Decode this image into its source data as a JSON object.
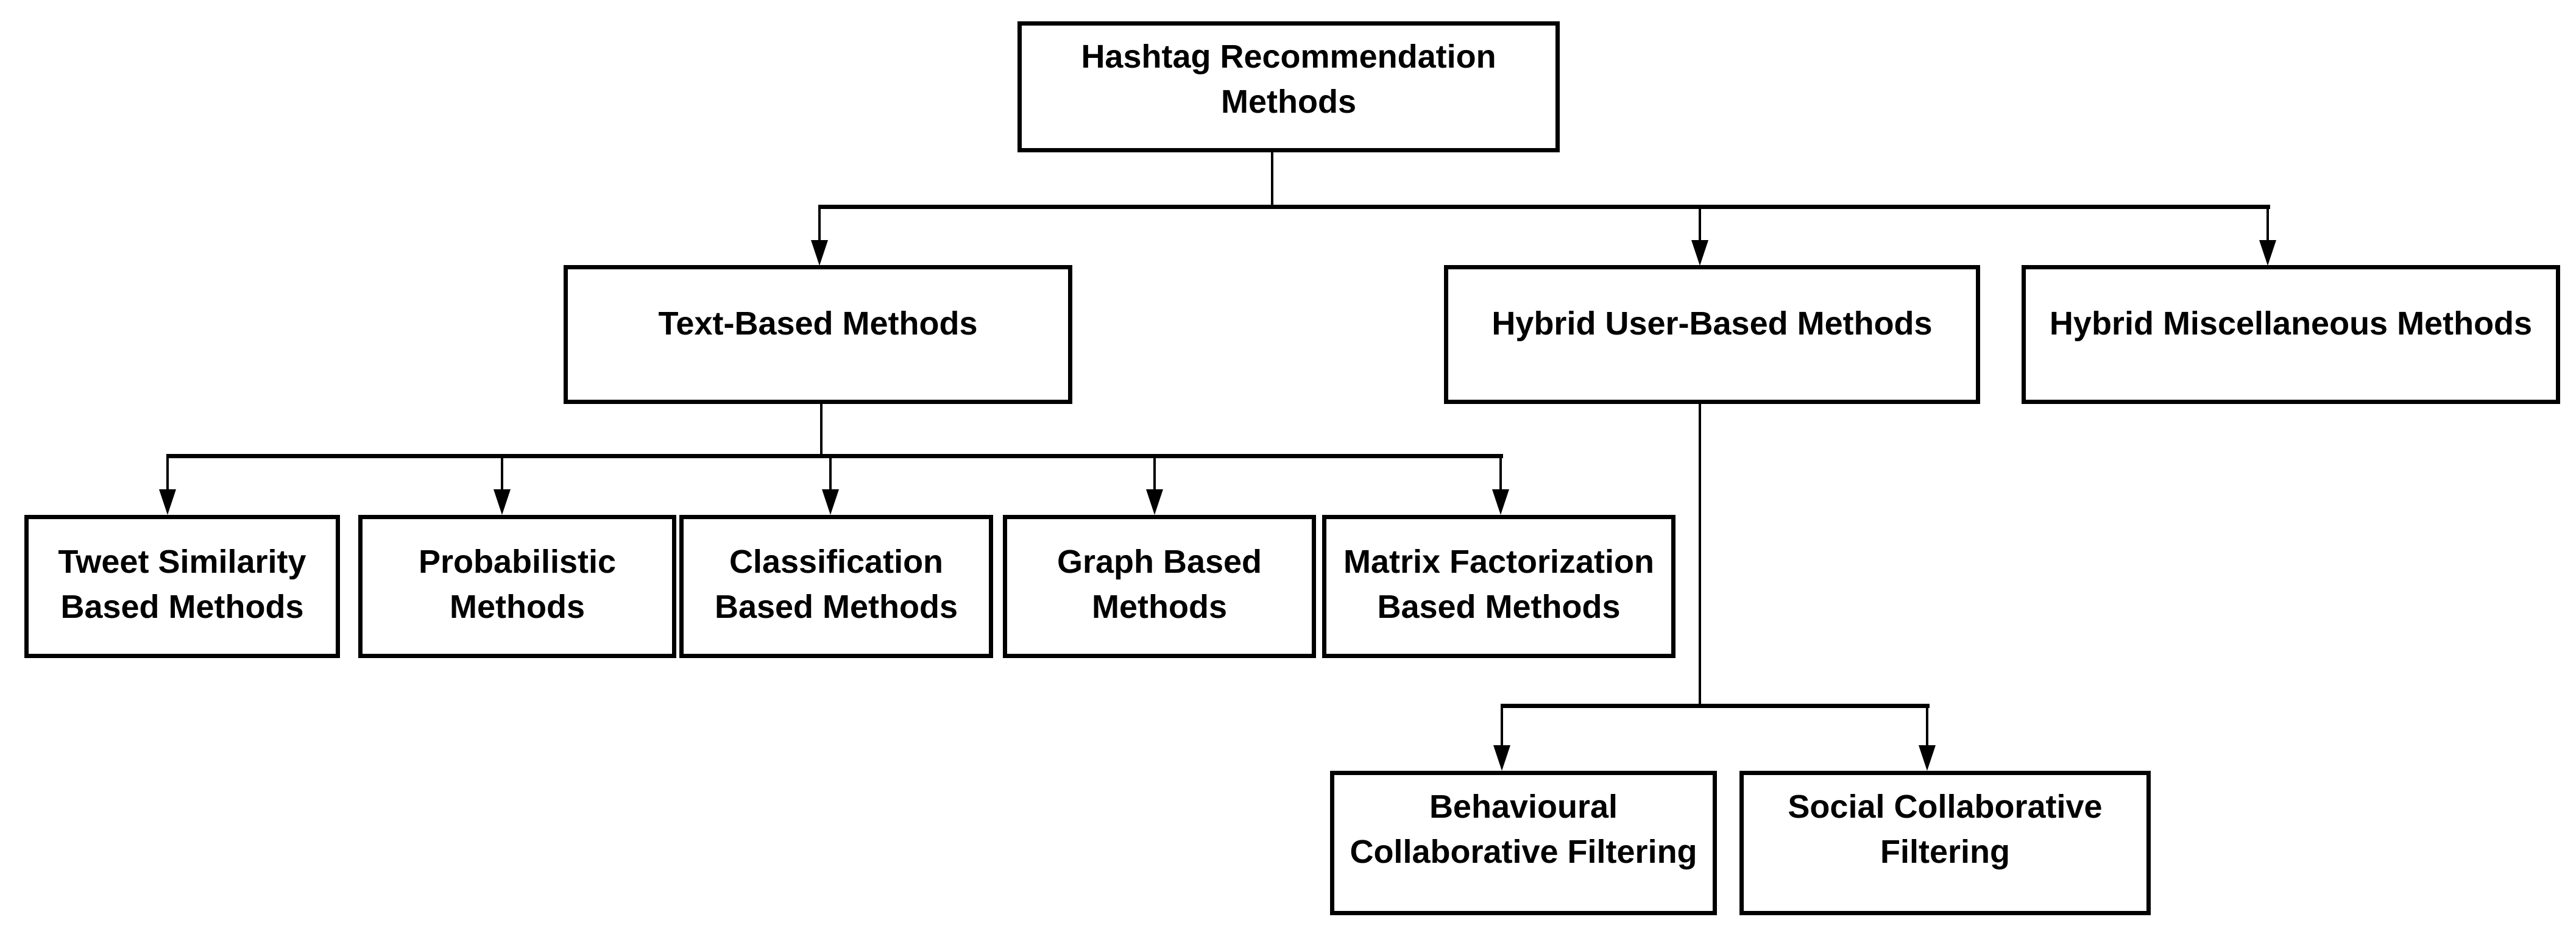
{
  "colors": {
    "background": "#ffffff",
    "box_border": "#000000",
    "text": "#000000",
    "connector": "#000000"
  },
  "nodes": {
    "root": {
      "label": "Hashtag Recommendation Methods",
      "lines": [
        "Hashtag Recommendation",
        "Methods"
      ]
    },
    "text_based": {
      "label": "Text-Based Methods",
      "lines": [
        "Text-Based Methods"
      ]
    },
    "hybrid_user": {
      "label": "Hybrid User-Based Methods",
      "lines": [
        "Hybrid User-Based Methods"
      ]
    },
    "hybrid_misc": {
      "label": "Hybrid Miscellaneous Methods",
      "lines": [
        "Hybrid Miscellaneous Methods"
      ]
    },
    "tweet_similarity": {
      "label": "Tweet Similarity Based Methods",
      "lines": [
        "Tweet Similarity",
        "Based Methods"
      ]
    },
    "probabilistic": {
      "label": "Probabilistic Methods",
      "lines": [
        "Probabilistic",
        "Methods"
      ]
    },
    "classification": {
      "label": "Classification Based Methods",
      "lines": [
        "Classification",
        "Based Methods"
      ]
    },
    "graph_based": {
      "label": "Graph Based Methods",
      "lines": [
        "Graph Based",
        "Methods"
      ]
    },
    "matrix_factorization": {
      "label": "Matrix Factorization Based Methods",
      "lines": [
        "Matrix Factorization",
        "Based Methods"
      ]
    },
    "behavioural_cf": {
      "label": "Behavioural Collaborative Filtering",
      "lines": [
        "Behavioural",
        "Collaborative Filtering"
      ]
    },
    "social_cf": {
      "label": "Social Collaborative Filtering",
      "lines": [
        "Social Collaborative",
        "Filtering"
      ]
    }
  },
  "hierarchy": {
    "root": "Hashtag Recommendation Methods",
    "children": [
      {
        "label": "Text-Based Methods",
        "children": [
          "Tweet Similarity Based Methods",
          "Probabilistic Methods",
          "Classification Based Methods",
          "Graph Based Methods",
          "Matrix Factorization Based Methods"
        ]
      },
      {
        "label": "Hybrid User-Based Methods",
        "children": [
          "Behavioural Collaborative Filtering",
          "Social Collaborative Filtering"
        ]
      },
      {
        "label": "Hybrid Miscellaneous Methods",
        "children": []
      }
    ]
  }
}
